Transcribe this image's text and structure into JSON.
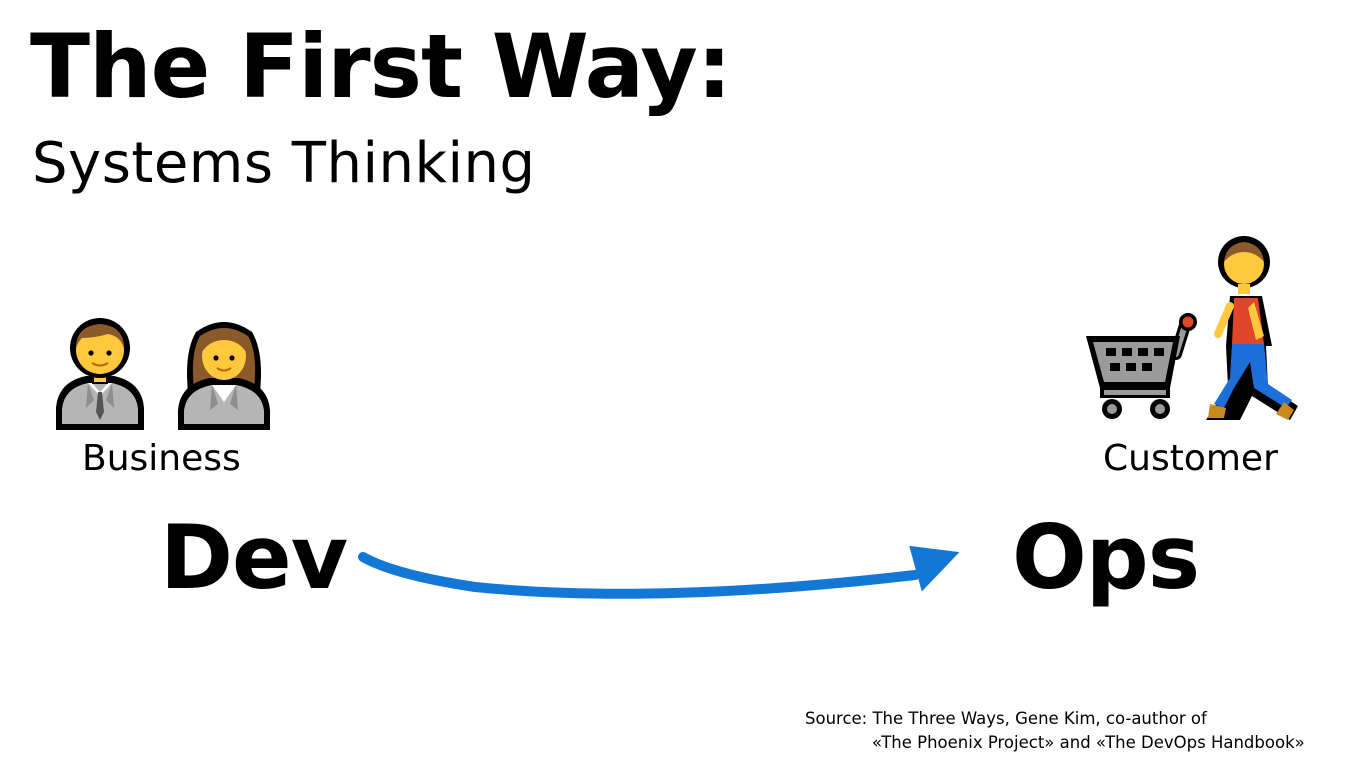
{
  "slide": {
    "title": "The First Way:",
    "subtitle": "Systems Thinking"
  },
  "left": {
    "label": "Business",
    "term": "Dev",
    "icons": [
      "man-in-suit-icon",
      "woman-in-suit-icon"
    ]
  },
  "right": {
    "label": "Customer",
    "term": "Ops",
    "icons": [
      "shopping-cart-icon",
      "person-walking-icon"
    ]
  },
  "flow": {
    "direction": "Dev to Ops",
    "arrow_color": "#1377d6"
  },
  "source": {
    "line1": "Source: The Three Ways, Gene Kim, co-author of",
    "line2": "«The Phoenix Project» and «The DevOps Handbook»"
  },
  "colors": {
    "skin": "#FFC83D",
    "hair": "#8A5A2B",
    "suit": "#B5B5B5",
    "shirt": "#E0462A",
    "pants": "#1E6FD9",
    "shoes": "#C88A1E",
    "cart": "#9A9A9A"
  }
}
